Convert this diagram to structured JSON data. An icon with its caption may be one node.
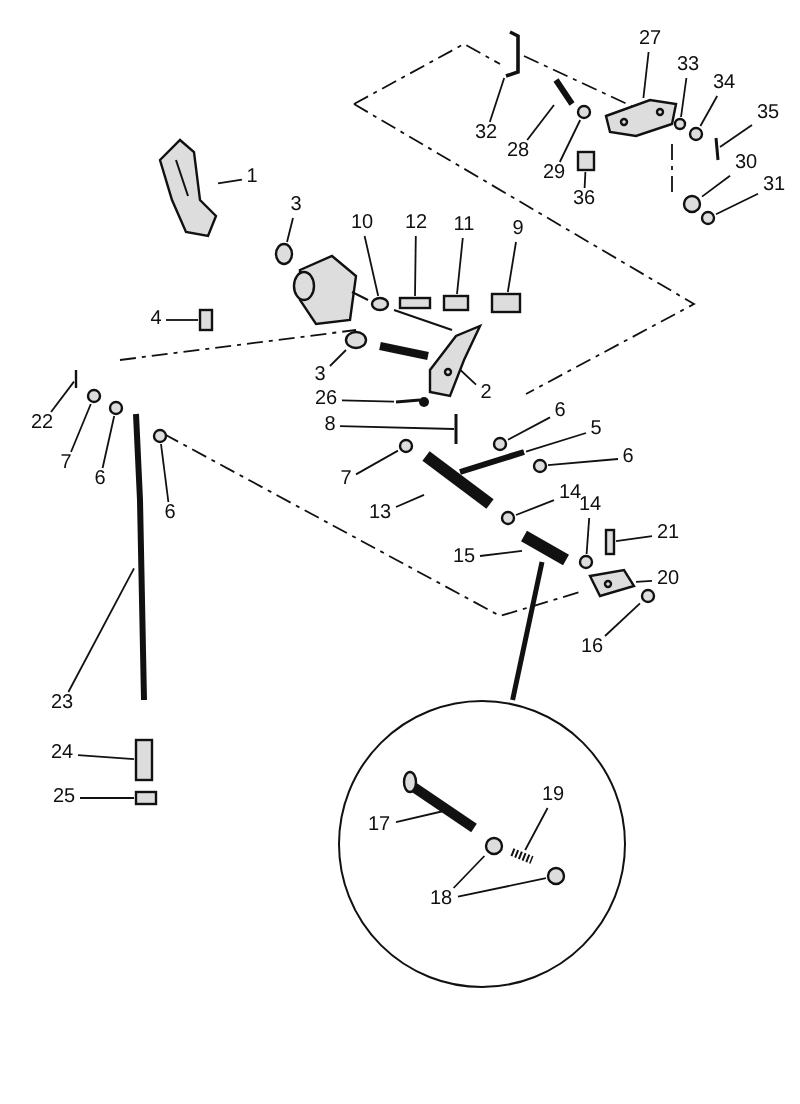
{
  "diagram": {
    "nodes": [
      {
        "text": [
          "27"
        ]
      },
      {
        "text": [
          "33"
        ]
      },
      {
        "text": [
          "34"
        ]
      },
      {
        "text": [
          "35"
        ]
      },
      {
        "text": [
          "32"
        ]
      },
      {
        "text": [
          "28"
        ]
      },
      {
        "text": [
          "29"
        ]
      },
      {
        "text": [
          "36"
        ]
      },
      {
        "text": [
          "30"
        ]
      },
      {
        "text": [
          "31"
        ]
      },
      {
        "text": [
          "1"
        ]
      },
      {
        "text": [
          "3"
        ]
      },
      {
        "text": [
          "10"
        ]
      },
      {
        "text": [
          "12"
        ]
      },
      {
        "text": [
          "11"
        ]
      },
      {
        "text": [
          "9"
        ]
      },
      {
        "text": [
          "4"
        ]
      },
      {
        "text": [
          "3"
        ]
      },
      {
        "text": [
          "2"
        ]
      },
      {
        "text": [
          "26"
        ]
      },
      {
        "text": [
          "8"
        ]
      },
      {
        "text": [
          "22"
        ]
      },
      {
        "text": [
          "7"
        ]
      },
      {
        "text": [
          "6"
        ]
      },
      {
        "text": [
          "6"
        ]
      },
      {
        "text": [
          "6"
        ]
      },
      {
        "text": [
          "5"
        ]
      },
      {
        "text": [
          "6"
        ]
      },
      {
        "text": [
          "7"
        ]
      },
      {
        "text": [
          "13"
        ]
      },
      {
        "text": [
          "14"
        ]
      },
      {
        "text": [
          "14"
        ]
      },
      {
        "text": [
          "21"
        ]
      },
      {
        "text": [
          "15"
        ]
      },
      {
        "text": [
          "20"
        ]
      },
      {
        "text": [
          "16"
        ]
      },
      {
        "text": [
          "23"
        ]
      },
      {
        "text": [
          "24"
        ]
      },
      {
        "text": [
          "25"
        ]
      },
      {
        "text": [],
        "shape": "circle"
      },
      {
        "text": [
          "19"
        ],
        "in": 39
      },
      {
        "text": [
          "17"
        ],
        "in": 39
      },
      {
        "text": [
          "18"
        ],
        "in": 39
      },
      {
        "text": [],
        "shape": "picture"
      },
      {
        "text": [],
        "shape": "circle"
      },
      {
        "text": [],
        "shape": "circle"
      },
      {
        "text": [],
        "shape": "picture"
      },
      {
        "text": [],
        "shape": "picture"
      },
      {
        "text": [],
        "shape": "picture"
      },
      {
        "text": [],
        "shape": "circle"
      },
      {
        "text": [],
        "shape": "box"
      },
      {
        "text": [],
        "shape": "circle"
      },
      {
        "text": [],
        "shape": "circle"
      },
      {
        "text": [],
        "shape": "picture"
      },
      {
        "text": [],
        "shape": "circle"
      },
      {
        "text": [],
        "shape": "circle"
      },
      {
        "text": [],
        "shape": "box"
      },
      {
        "text": [],
        "shape": "box"
      },
      {
        "text": [],
        "shape": "box"
      },
      {
        "text": [],
        "shape": "box"
      },
      {
        "text": [],
        "shape": "circle"
      },
      {
        "text": [],
        "shape": "picture"
      },
      {
        "text": [],
        "shape": "picture"
      },
      {
        "text": [],
        "shape": "picture"
      },
      {
        "text": [],
        "shape": "picture"
      },
      {
        "text": [],
        "shape": "circle"
      },
      {
        "text": [],
        "shape": "circle"
      },
      {
        "text": [],
        "shape": "circle"
      },
      {
        "text": [],
        "shape": "circle"
      },
      {
        "text": [],
        "shape": "picture"
      },
      {
        "text": [],
        "shape": "circle"
      },
      {
        "text": [],
        "shape": "circle"
      },
      {
        "text": [],
        "shape": "picture"
      },
      {
        "text": [],
        "shape": "circle"
      },
      {
        "text": [],
        "shape": "circle"
      },
      {
        "text": [],
        "shape": "box"
      },
      {
        "text": [],
        "shape": "picture"
      },
      {
        "text": [],
        "shape": "picture"
      },
      {
        "text": [],
        "shape": "circle"
      },
      {
        "text": [],
        "shape": "picture"
      },
      {
        "text": [],
        "shape": "box"
      },
      {
        "text": [],
        "shape": "box"
      },
      {
        "text": [],
        "shape": "picture",
        "in": 39
      },
      {
        "text": [],
        "shape": "picture",
        "in": 39
      },
      {
        "text": [],
        "shape": "circle",
        "in": 39
      },
      {
        "text": [],
        "shape": "circle",
        "in": 39
      }
    ],
    "edges": [
      {
        "from": 0,
        "to": 43,
        "arrow": "none"
      },
      {
        "from": 1,
        "to": 44,
        "arrow": "none"
      },
      {
        "from": 2,
        "to": 45,
        "arrow": "none"
      },
      {
        "from": 3,
        "to": 46,
        "arrow": "none"
      },
      {
        "from": 4,
        "to": 47,
        "arrow": "none"
      },
      {
        "from": 5,
        "to": 48,
        "arrow": "none"
      },
      {
        "from": 6,
        "to": 49,
        "arrow": "none"
      },
      {
        "from": 7,
        "to": 50,
        "arrow": "none"
      },
      {
        "from": 8,
        "to": 51,
        "arrow": "none"
      },
      {
        "from": 9,
        "to": 52,
        "arrow": "none"
      },
      {
        "from": 10,
        "to": 53,
        "arrow": "none"
      },
      {
        "from": 11,
        "to": 54,
        "arrow": "none"
      },
      {
        "from": 12,
        "to": 55,
        "arrow": "none"
      },
      {
        "from": 13,
        "to": 56,
        "arrow": "none"
      },
      {
        "from": 14,
        "to": 57,
        "arrow": "none"
      },
      {
        "from": 15,
        "to": 58,
        "arrow": "none"
      },
      {
        "from": 16,
        "to": 59,
        "arrow": "none"
      },
      {
        "from": 17,
        "to": 60,
        "arrow": "none"
      },
      {
        "from": 18,
        "to": 61,
        "arrow": "none"
      },
      {
        "from": 19,
        "to": 62,
        "arrow": "none"
      },
      {
        "from": 20,
        "to": 63,
        "arrow": "none"
      },
      {
        "from": 21,
        "to": 64,
        "arrow": "none"
      },
      {
        "from": 22,
        "to": 65,
        "arrow": "none"
      },
      {
        "from": 23,
        "to": 66,
        "arrow": "none"
      },
      {
        "from": 24,
        "to": 67,
        "arrow": "none"
      },
      {
        "from": 25,
        "to": 68,
        "arrow": "none"
      },
      {
        "from": 26,
        "to": 69,
        "arrow": "none"
      },
      {
        "from": 27,
        "to": 70,
        "arrow": "none"
      },
      {
        "from": 28,
        "to": 71,
        "arrow": "none"
      },
      {
        "from": 29,
        "to": 72,
        "arrow": "none"
      },
      {
        "from": 30,
        "to": 73,
        "arrow": "none"
      },
      {
        "from": 31,
        "to": 74,
        "arrow": "none"
      },
      {
        "from": 32,
        "to": 75,
        "arrow": "none"
      },
      {
        "from": 33,
        "to": 76,
        "arrow": "none"
      },
      {
        "from": 34,
        "to": 77,
        "arrow": "none"
      },
      {
        "from": 35,
        "to": 78,
        "arrow": "none"
      },
      {
        "from": 36,
        "to": 79,
        "arrow": "none"
      },
      {
        "from": 37,
        "to": 80,
        "arrow": "none"
      },
      {
        "from": 38,
        "to": 81,
        "arrow": "none"
      },
      {
        "from": 39,
        "to": 76,
        "arrow": "none",
        "style": "thick"
      },
      {
        "from": 40,
        "to": 82,
        "arrow": "none"
      },
      {
        "from": 41,
        "to": 83,
        "arrow": "none"
      },
      {
        "from": 42,
        "to": 84,
        "arrow": "none"
      },
      {
        "from": 42,
        "to": 85,
        "arrow": "none"
      }
    ]
  }
}
